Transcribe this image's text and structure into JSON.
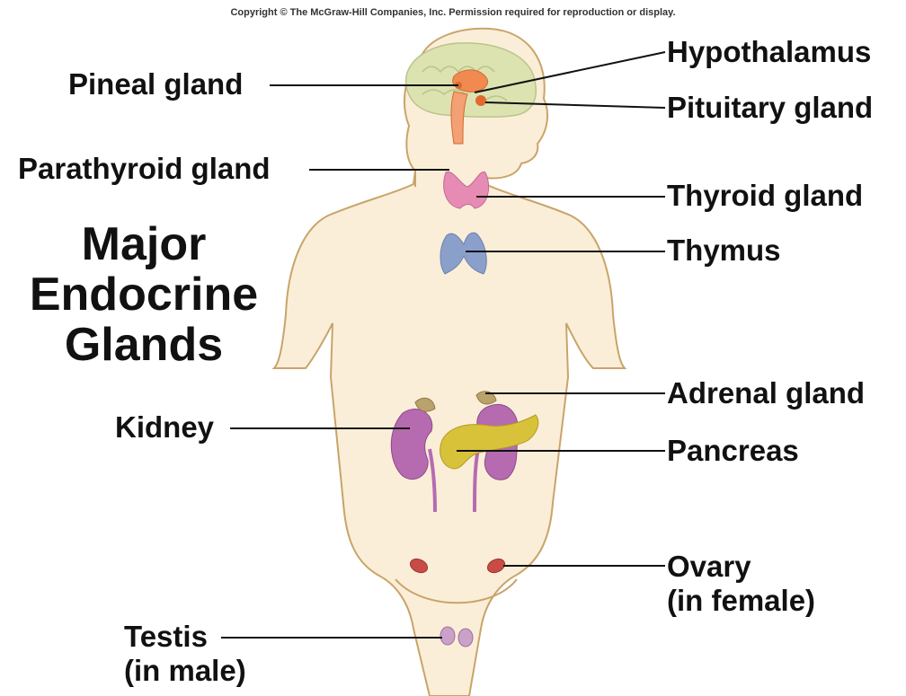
{
  "copyright": "Copyright © The McGraw-Hill Companies, Inc. Permission required for reproduction or display.",
  "title_lines": [
    "Major",
    "Endocrine",
    "Glands"
  ],
  "labels": {
    "pineal_gland": "Pineal gland",
    "hypothalamus": "Hypothalamus",
    "pituitary_gland": "Pituitary gland",
    "parathyroid_gland": "Parathyroid gland",
    "thyroid_gland": "Thyroid gland",
    "thymus": "Thymus",
    "adrenal_gland": "Adrenal gland",
    "kidney": "Kidney",
    "pancreas": "Pancreas",
    "ovary": [
      "Ovary",
      "(in female)"
    ],
    "testis": [
      "Testis",
      "(in male)"
    ]
  },
  "colors": {
    "skin": "#fbeed8",
    "outline": "#c9a46a",
    "brain": "#dce3b0",
    "hypothalamus": "#f08a50",
    "thyroid": "#e58bb4",
    "thymus": "#8b9fcb",
    "kidney": "#b66bb0",
    "pancreas": "#d8c23a",
    "adrenal": "#b9a26b",
    "ovary": "#c94b45",
    "testis": "#caa1c9",
    "leader_line": "#111111"
  }
}
